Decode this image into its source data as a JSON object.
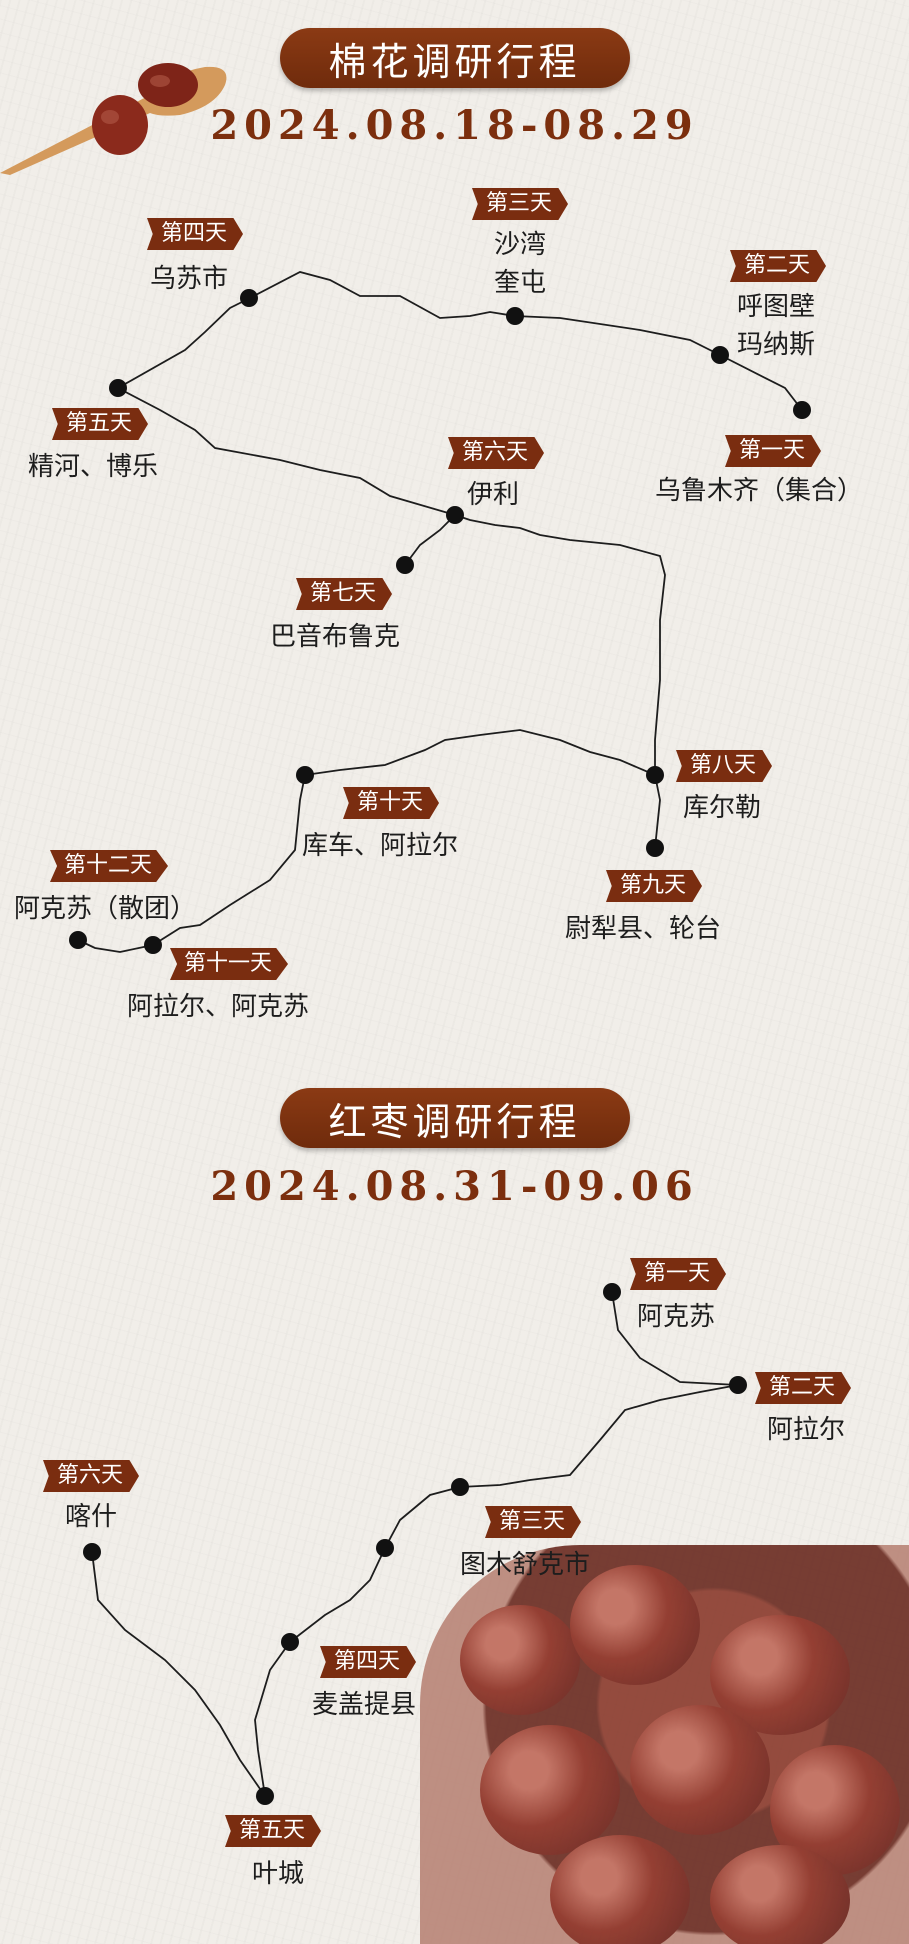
{
  "colors": {
    "brand": "#7a2d10",
    "date_text": "#7c2f0e",
    "route_line": "#1d1d1d"
  },
  "cotton": {
    "title": "棉花调研行程",
    "dates": "2024.08.18-08.29",
    "stops": [
      {
        "day": "第一天",
        "place": "乌鲁木齐（集合）"
      },
      {
        "day": "第二天",
        "place": "呼图壁",
        "place2": "玛纳斯"
      },
      {
        "day": "第三天",
        "place": "沙湾",
        "place2": "奎屯"
      },
      {
        "day": "第四天",
        "place": "乌苏市"
      },
      {
        "day": "第五天",
        "place": "精河、博乐"
      },
      {
        "day": "第六天",
        "place": "伊利"
      },
      {
        "day": "第七天",
        "place": "巴音布鲁克"
      },
      {
        "day": "第八天",
        "place": "库尔勒"
      },
      {
        "day": "第九天",
        "place": "尉犁县、轮台"
      },
      {
        "day": "第十天",
        "place": "库车、阿拉尔"
      },
      {
        "day": "第十一天",
        "place": "阿拉尔、阿克苏"
      },
      {
        "day": "第十二天",
        "place": "阿克苏（散团）"
      }
    ]
  },
  "jujube": {
    "title": "红枣调研行程",
    "dates": "2024.08.31-09.06",
    "stops": [
      {
        "day": "第一天",
        "place": "阿克苏"
      },
      {
        "day": "第二天",
        "place": "阿拉尔"
      },
      {
        "day": "第三天",
        "place": "图木舒克市"
      },
      {
        "day": "第四天",
        "place": "麦盖提县"
      },
      {
        "day": "第五天",
        "place": "叶城"
      },
      {
        "day": "第六天",
        "place": "喀什"
      }
    ]
  }
}
